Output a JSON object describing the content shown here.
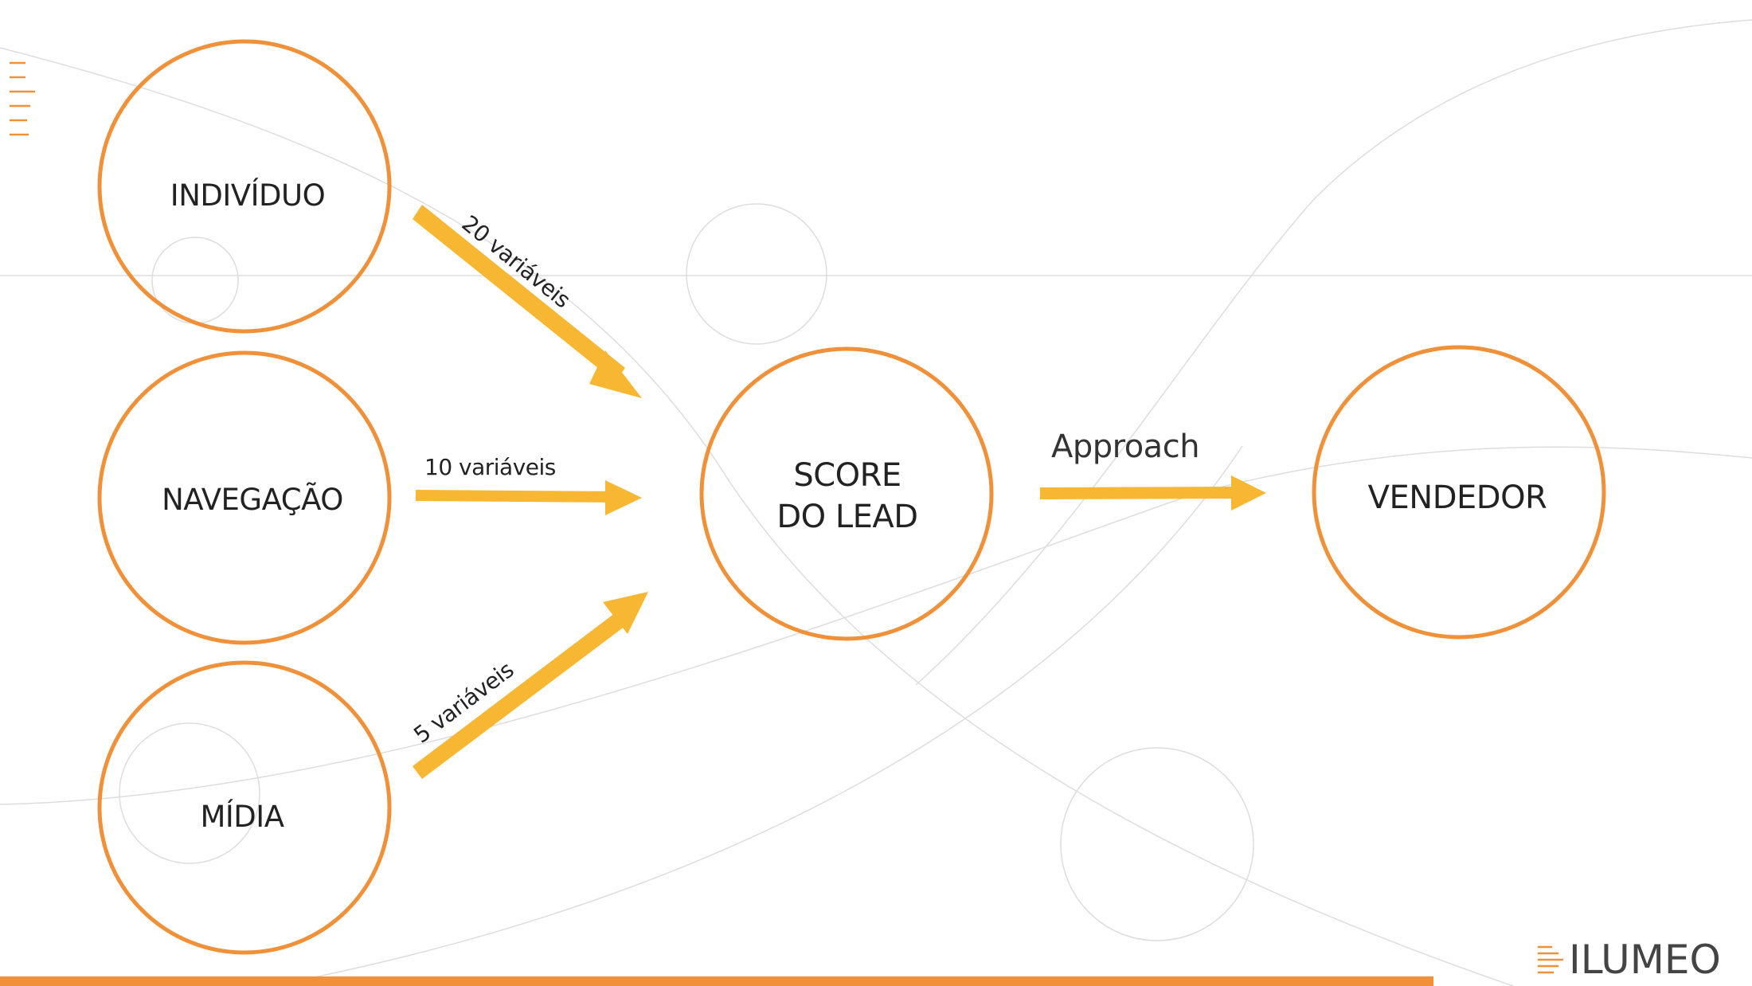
{
  "nodes": {
    "individuo": "INDIVÍDUO",
    "navegacao": "NAVEGAÇÃO",
    "midia": "MÍDIA",
    "score_line1": "SCORE",
    "score_line2": "DO LEAD",
    "vendedor": "VENDEDOR"
  },
  "edges": {
    "individuo_score": "20 variáveis",
    "navegacao_score": "10 variáveis",
    "midia_score": "5 variáveis",
    "score_vendedor": "Approach"
  },
  "brand": {
    "logo_text": "ILUMEO"
  },
  "colors": {
    "circle_stroke": "#F0913A",
    "arrow": "#F7B733",
    "bottom_bar": "#F0913A",
    "background_lines": "#dddddd",
    "text": "#222222"
  }
}
